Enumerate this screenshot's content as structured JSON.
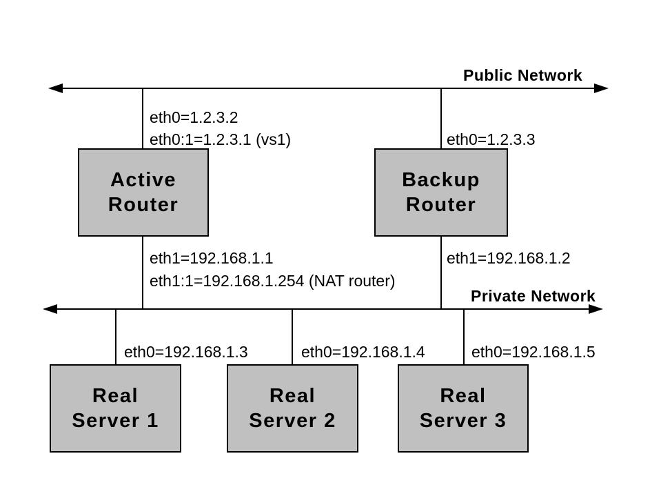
{
  "colors": {
    "background": "#ffffff",
    "box_fill": "#c0c0c0",
    "box_border": "#000000",
    "line_color": "#000000",
    "text_color": "#000000"
  },
  "networks": {
    "public": {
      "label": "Public Network"
    },
    "private": {
      "label": "Private Network"
    }
  },
  "nodes": {
    "active_router": {
      "label": "Active\nRouter"
    },
    "backup_router": {
      "label": "Backup\nRouter"
    },
    "real_server_1": {
      "label": "Real\nServer 1"
    },
    "real_server_2": {
      "label": "Real\nServer 2"
    },
    "real_server_3": {
      "label": "Real\nServer 3"
    }
  },
  "interface_labels": {
    "active_eth0": "eth0=1.2.3.2",
    "active_eth0_1": "eth0:1=1.2.3.1 (vs1)",
    "backup_eth0": "eth0=1.2.3.3",
    "active_eth1": "eth1=192.168.1.1",
    "active_eth1_1": "eth1:1=192.168.1.254 (NAT router)",
    "backup_eth1": "eth1=192.168.1.2",
    "server1_eth0": "eth0=192.168.1.3",
    "server2_eth0": "eth0=192.168.1.4",
    "server3_eth0": "eth0=192.168.1.5"
  }
}
